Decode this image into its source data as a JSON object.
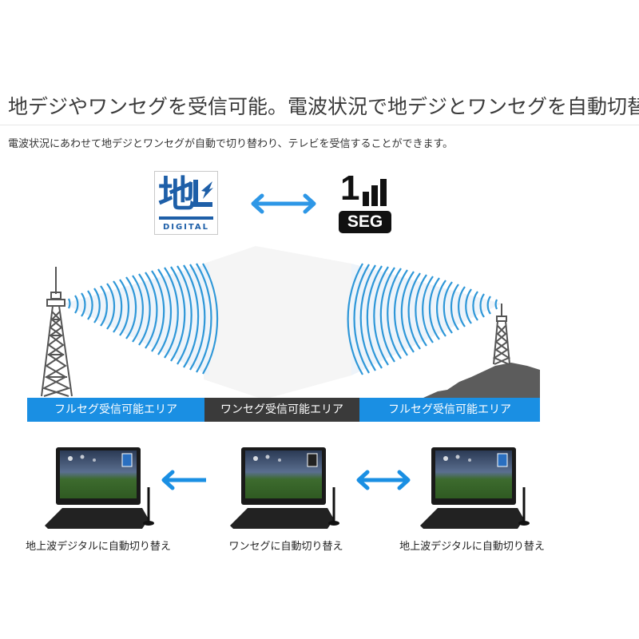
{
  "header": {
    "title": "地デジやワンセグを受信可能。電波状況で地デジとワンセグを自動切替",
    "subtitle": "電波状況にあわせて地デジとワンセグが自動で切り替わり、テレビを受信することができます。"
  },
  "logos": {
    "chideji": {
      "kanji": "地",
      "label": "DIGITAL",
      "color": "#1e5fa8"
    },
    "arrow": "bidirectional-arrow",
    "oneseg": {
      "number": "1",
      "label": "SEG"
    }
  },
  "coverage": {
    "areas": [
      {
        "label": "フルセグ受信可能エリア",
        "color": "#1a8fe3"
      },
      {
        "label": "ワンセグ受信可能エリア",
        "color": "#3a3a3a"
      },
      {
        "label": "フルセグ受信可能エリア",
        "color": "#1a8fe3"
      }
    ],
    "wave_color": "#2e97d8",
    "tower_color": "#555555",
    "hill_color": "#5c5c5c"
  },
  "devices": [
    {
      "caption": "地上波デジタルに自動切り替え",
      "badge": "chideji"
    },
    {
      "caption": "ワンセグに自動切り替え",
      "badge": "oneseg"
    },
    {
      "caption": "地上波デジタルに自動切り替え",
      "badge": "chideji"
    }
  ],
  "arrows": {
    "left": "left-arrow",
    "both": "bidirectional-arrow",
    "color": "#1a8fe3"
  }
}
